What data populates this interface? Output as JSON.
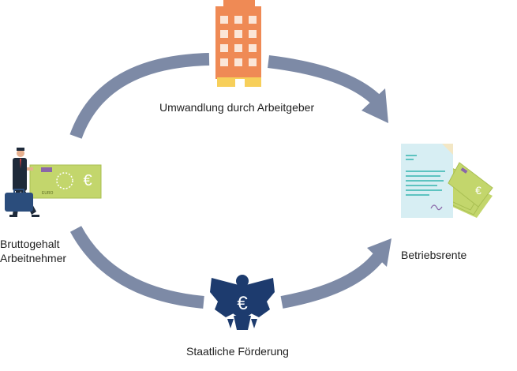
{
  "labels": {
    "top": "Umwandlung durch Arbeitgeber",
    "left_line1": "Bruttogehalt",
    "left_line2": "Arbeitnehmer",
    "right": "Betriebsrente",
    "bottom": "Staatliche Förderung"
  },
  "icons": {
    "top": "office-building-icon",
    "left": "businessman-with-euro-banknote-icon",
    "right": "pension-document-with-banknotes-icon",
    "bottom": "federal-eagle-euro-icon"
  },
  "money": {
    "currency_symbol": "€",
    "banknote_text": "EURO"
  },
  "colors": {
    "arrow": "#7d8aa6",
    "building": "#ef8a55",
    "building_base": "#f7cf5a",
    "banknote": "#c3d66c",
    "document": "#d7eef3",
    "document_lines": "#5dc3c0",
    "eagle": "#1d3b6e",
    "suit": "#1e2a3a",
    "briefcase": "#2b4d7c"
  }
}
